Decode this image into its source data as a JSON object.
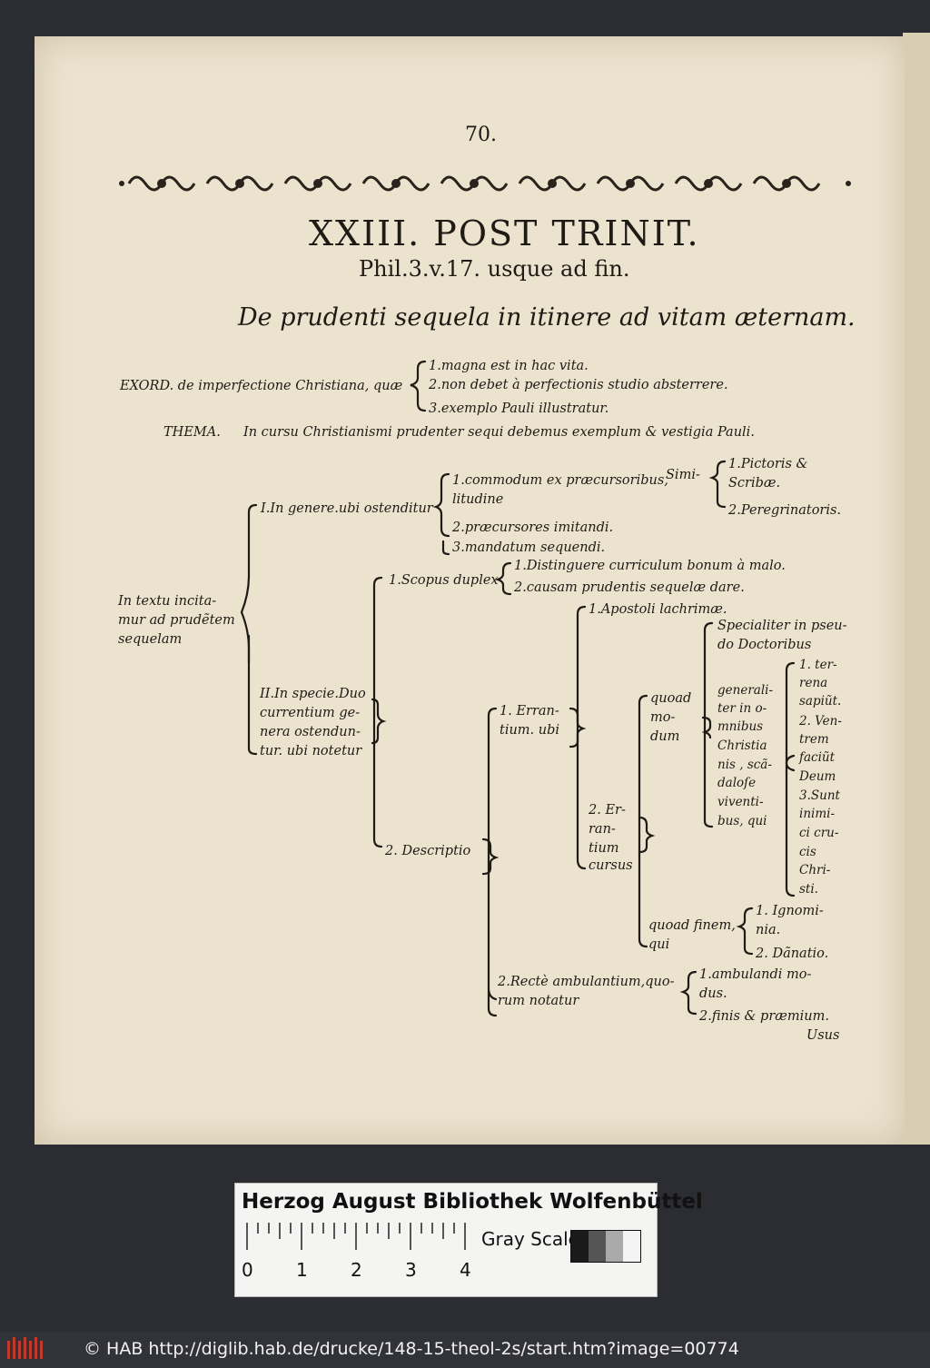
{
  "page": {
    "number": "70.",
    "title": "XXIII. POST TRINIT.",
    "subtitle": "Phil.3.v.17. usque ad fin.",
    "theme": "De prudenti sequela in itinere ad vitam æternam."
  },
  "exord": {
    "label": "EXORD. de imperfectione Christiana, quæ",
    "items": [
      "1.magna est in hac vita.",
      "2.non debet à perfectionis studio absterrere.",
      "3.exemplo Pauli illustratur."
    ]
  },
  "thema": {
    "label": "THEMA.",
    "text": "In cursu Christianismi prudenter sequi debemus exemplum & vestigia Pauli."
  },
  "tree": {
    "root": [
      "In textu incita-",
      "mur ad prudẽtem",
      "sequelam"
    ],
    "genere": "I.In genere.ubi ostenditur",
    "commodum": [
      "1.commodum ex præcursoribus,",
      "Simi-",
      "litudine"
    ],
    "pictoris": [
      "1.Pictoris &",
      "Scribæ."
    ],
    "peregrinatoris": "2.Peregrinatoris.",
    "praecursores": "2.præcursores imitandi.",
    "mandatum": "3.mandatum sequendi.",
    "specie": [
      "II.In specie.Duo",
      "currentium ge-",
      "nera ostendun-",
      "tur. ubi notetur"
    ],
    "scopus": "1.Scopus duplex",
    "distinguere": "1.Distinguere curriculum bonum à malo.",
    "causam": "2.causam prudentis sequelæ dare.",
    "descriptio": "2. Descriptio",
    "errantium": [
      "1. Erran-",
      "tium. ubi"
    ],
    "apostoli": "1.Apostoli lachrimæ.",
    "errantium_cursus": [
      "2. Er-",
      "ran-",
      "tium",
      "cursus"
    ],
    "quoad_modum": [
      "quoad",
      "mo-",
      "dum"
    ],
    "specialiter": [
      "Specialiter in pseu-",
      "do Doctoribus"
    ],
    "generaliter": [
      "generali-",
      "ter in o-",
      "mnibus",
      "Christia",
      "nis , scã-",
      "daloſe",
      "viventi-",
      "bus, qui"
    ],
    "terrena": [
      "1. ter-",
      "rena",
      "sapiũt.",
      "2. Ven-",
      "trem",
      "faciũt",
      "Deum",
      "3.Sunt",
      "inimi-",
      "ci cru-",
      "cis",
      "Chri-",
      "sti."
    ],
    "quoad_finem": [
      "quoad finem,",
      "qui"
    ],
    "ignominia": [
      "1. Ignomi-",
      "nia."
    ],
    "danatio": "2. Dãnatio.",
    "recte": [
      "2.Rectè ambulantium,quo-",
      "rum notatur"
    ],
    "ambulandi": [
      "1.ambulandi mo-",
      "dus."
    ],
    "finis": "2.finis & præmium.",
    "catchword": "Usus"
  },
  "card": {
    "title": "Herzog August Bibliothek Wolfenbüttel",
    "gray_scale": "Gray Scale",
    "ruler": [
      "0",
      "1",
      "2",
      "3",
      "4"
    ]
  },
  "footer": {
    "credit": "© HAB http://diglib.hab.de/drucke/148-15-theol-2s/start.htm?image=00774"
  },
  "colors": {
    "paper": "#ece3cf",
    "ink": "#1e1a14",
    "background": "#2b2d33",
    "footer_bar": "#323338"
  }
}
